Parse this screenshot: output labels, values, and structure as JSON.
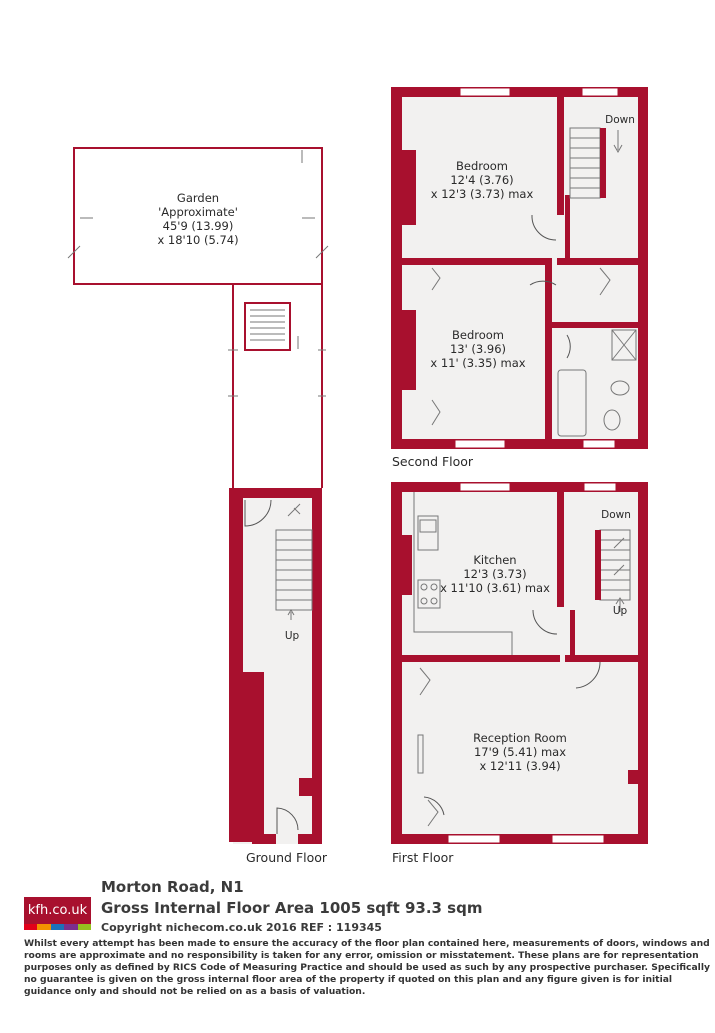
{
  "rooms": {
    "garden": {
      "name": "Garden",
      "qualifier": "'Approximate'",
      "dim1": "45'9 (13.99)",
      "dim2": "x 18'10 (5.74)"
    },
    "bedroom_front": {
      "name": "Bedroom",
      "dim1": "12'4 (3.76)",
      "dim2": "x 12'3 (3.73) max"
    },
    "bedroom_rear": {
      "name": "Bedroom",
      "dim1": "13' (3.96)",
      "dim2": "x 11' (3.35) max"
    },
    "kitchen": {
      "name": "Kitchen",
      "dim1": "12'3 (3.73)",
      "dim2": "x 11'10 (3.61) max"
    },
    "reception": {
      "name": "Reception Room",
      "dim1": "17'9 (5.41) max",
      "dim2": "x 12'11 (3.94)"
    }
  },
  "stairs": {
    "down_second": "Down",
    "down_first": "Down",
    "up_first": "Up",
    "up_ground": "Up"
  },
  "floors": {
    "ground": "Ground Floor",
    "first": "First Floor",
    "second": "Second Floor"
  },
  "footer": {
    "address": "Morton Road, N1",
    "area": "Gross Internal Floor Area 1005 sqft 93.3 sqm",
    "copyright": "Copyright nichecom.co.uk 2016 REF : 119345",
    "disclaimer": "Whilst every attempt has been made to ensure the accuracy of the floor plan contained here, measurements of doors, windows and rooms are approximate and no responsibility is taken for any error, omission or misstatement.  These plans are for representation purposes only as defined by RICS Code of Measuring Practice and should be used as such by any prospective purchaser.  Specifically no guarantee is given on the gross internal floor area of the property if quoted on this plan and any figure given is for initial guidance only and should not be relied on as a basis of valuation."
  },
  "logo": {
    "text": "kfh.co.uk",
    "colors": [
      "#e2001a",
      "#f39200",
      "#1d71b8",
      "#7b2f8e",
      "#95c11f"
    ]
  },
  "colors": {
    "wall": "#a8102e",
    "floor": "#f2f1f0"
  }
}
